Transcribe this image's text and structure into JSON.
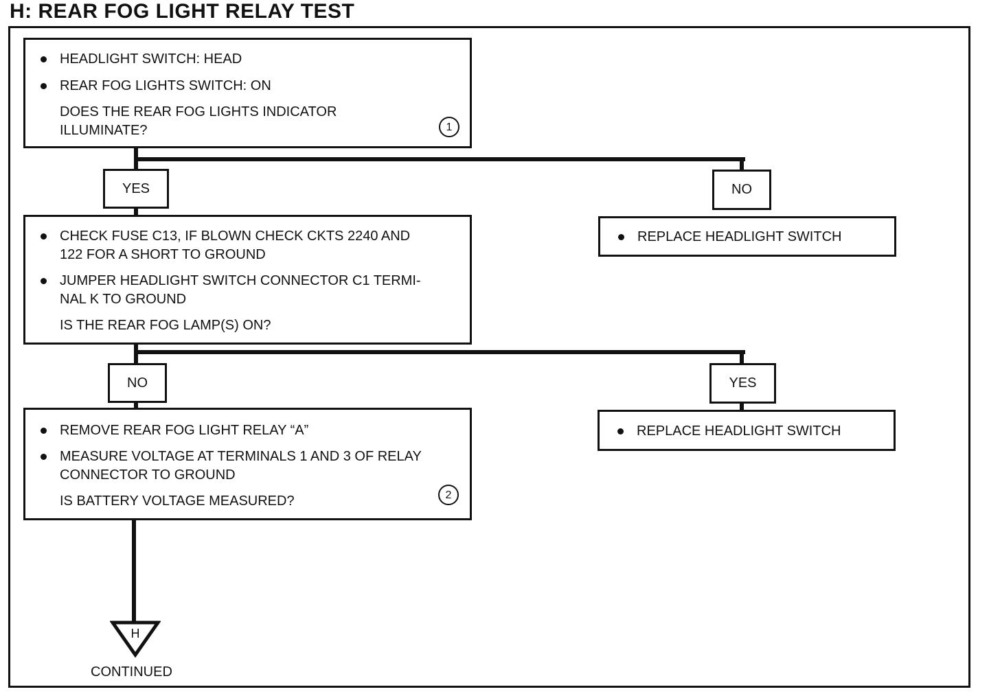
{
  "title": "H: REAR FOG LIGHT RELAY TEST",
  "step1": {
    "bullet1": "HEADLIGHT SWITCH: HEAD",
    "bullet2": "REAR FOG LIGHTS SWITCH: ON",
    "question_line1": "DOES THE REAR FOG LIGHTS INDICATOR",
    "question_line2": "ILLUMINATE?",
    "ref": "1"
  },
  "branch1": {
    "yes": "YES",
    "no": "NO"
  },
  "step1_no_action": "REPLACE HEADLIGHT SWITCH",
  "step2": {
    "bullet1_line1": "CHECK FUSE C13, IF BLOWN CHECK CKTS 2240 AND",
    "bullet1_line2": "122 FOR A SHORT TO GROUND",
    "bullet2_line1": "JUMPER HEADLIGHT SWITCH CONNECTOR C1 TERMI-",
    "bullet2_line2": "NAL K TO GROUND",
    "question": "IS THE REAR FOG LAMP(S) ON?"
  },
  "branch2": {
    "no": "NO",
    "yes": "YES"
  },
  "step2_yes_action": "REPLACE HEADLIGHT SWITCH",
  "step3": {
    "bullet1": "REMOVE REAR FOG LIGHT RELAY “A”",
    "bullet2_line1": "MEASURE VOLTAGE AT TERMINALS 1 AND 3 OF RELAY",
    "bullet2_line2": "CONNECTOR TO GROUND",
    "question": "IS BATTERY VOLTAGE MEASURED?",
    "ref": "2"
  },
  "continuation": {
    "symbol": "H",
    "label": "CONTINUED"
  }
}
